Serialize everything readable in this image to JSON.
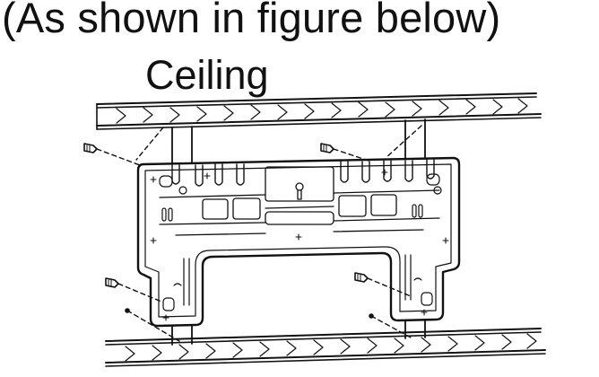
{
  "caption": "(As shown in figure below)",
  "labels": {
    "ceiling": "Ceiling"
  },
  "figure": {
    "parts": [
      "ceiling-joist-top",
      "ceiling-joist-bottom",
      "vertical-studs",
      "mounting-plate",
      "screws"
    ],
    "screw_count": 6,
    "line_color": "#111111",
    "background": "#ffffff"
  }
}
